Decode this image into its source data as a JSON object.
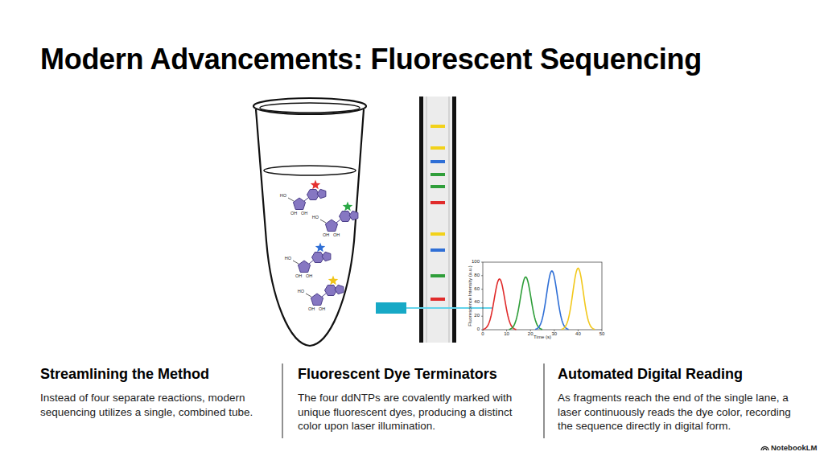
{
  "diagram": {
    "title": "Modern Advancements: Fluorescent Sequencing",
    "labels": [
      "Streamlining the Method",
      "Instead of four separate reactions, modern sequencing utilizes a single, combined tube.",
      "Fluorescent Dye Terminators",
      "The four ddNTPs are covalently marked with unique fluorescent dyes, producing a distinct color upon laser illumination.",
      "Automated Digital Reading",
      "As fragments reach the end of the single lane, a laser continuously reads the dye color, recording the sequence directly in digital form.",
      "NotebookLM",
      "Fluorescence Intensity (a.u.)",
      "Time (s)",
      "0",
      "20",
      "40",
      "60",
      "80",
      "100",
      "0",
      "10",
      "20",
      "30",
      "40",
      "50",
      "HO",
      "OH",
      "OH",
      "HO",
      "OH",
      "OH",
      "HO",
      "OH",
      "OH",
      "HO",
      "OH",
      "OH"
    ]
  }
}
